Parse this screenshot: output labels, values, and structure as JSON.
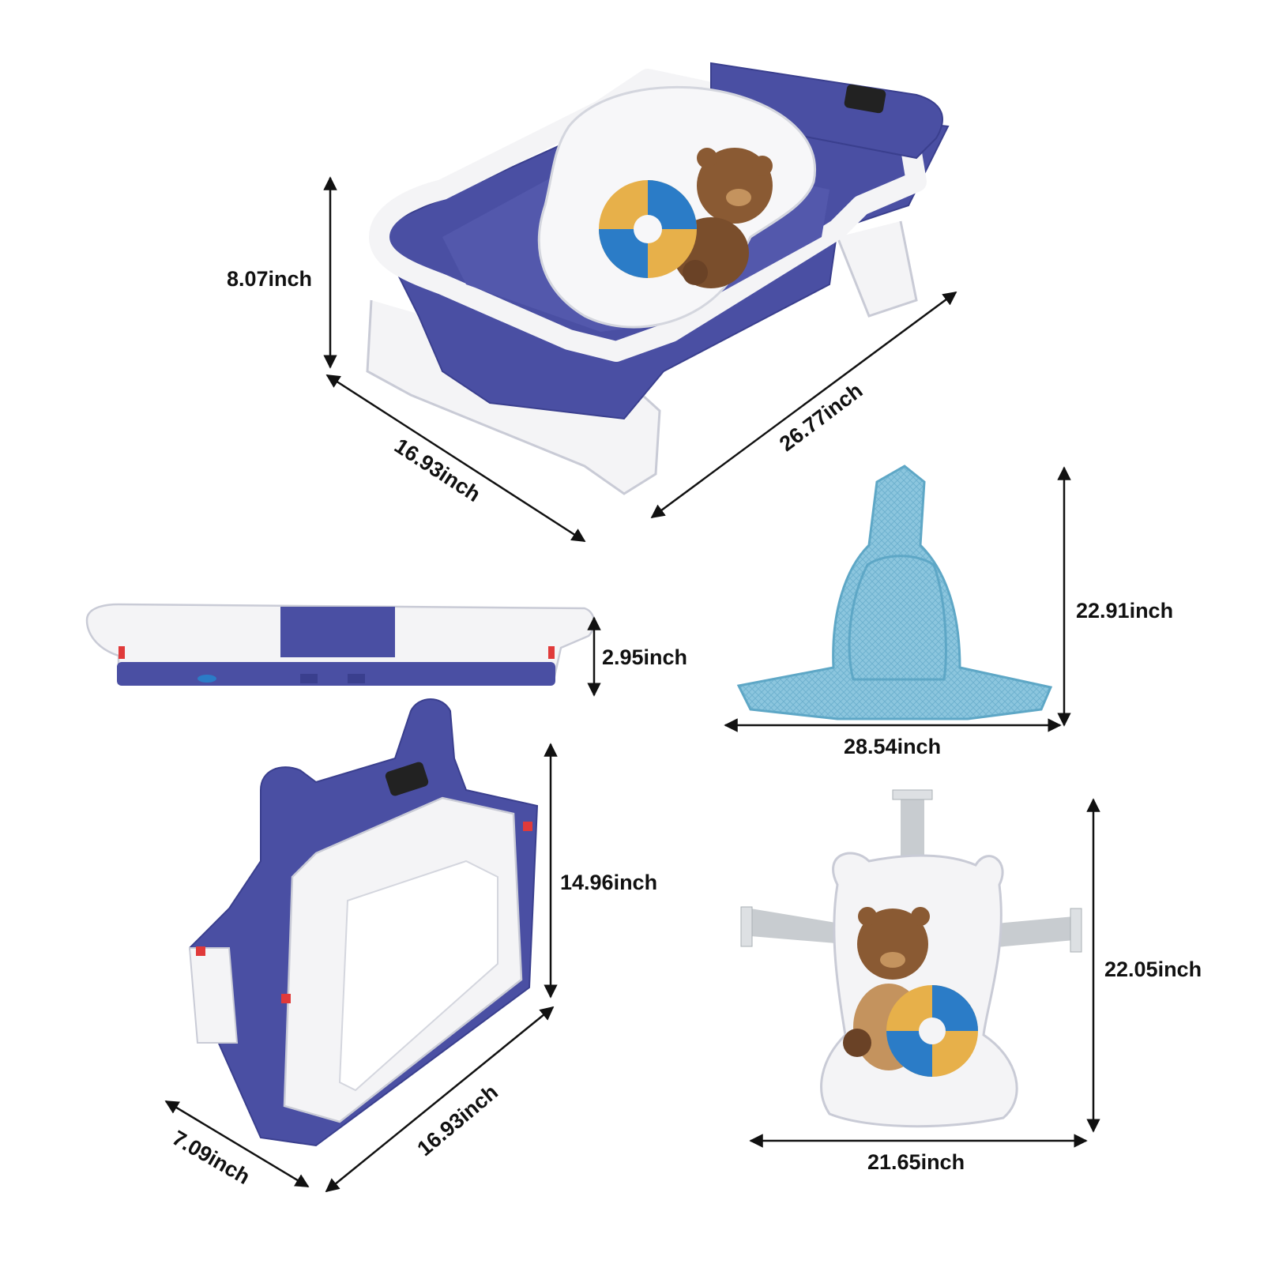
{
  "colors": {
    "tub_blue": "#4a4fa3",
    "tub_blue_light": "#6f74c4",
    "tub_white": "#f4f4f6",
    "outline": "#c9cbd6",
    "mesh_blue": "#8cc6de",
    "bear_brown": "#8a5a33",
    "float_blue": "#2b7cc7",
    "float_yellow": "#e7b04a",
    "strap_gray": "#c8ccd0",
    "arrow": "#111111"
  },
  "dimensions": {
    "tub_height": "8.07inch",
    "tub_width": "16.93inch",
    "tub_length": "26.77inch",
    "folded_thickness": "2.95inch",
    "mesh_height": "22.91inch",
    "mesh_width": "28.54inch",
    "folded_height": "14.96inch",
    "folded_depth": "7.09inch",
    "folded_width": "16.93inch",
    "cushion_height": "22.05inch",
    "cushion_width": "21.65inch"
  },
  "icons": {
    "thermometer_display": "digital-display-icon",
    "drain": "drain-plug-icon"
  }
}
